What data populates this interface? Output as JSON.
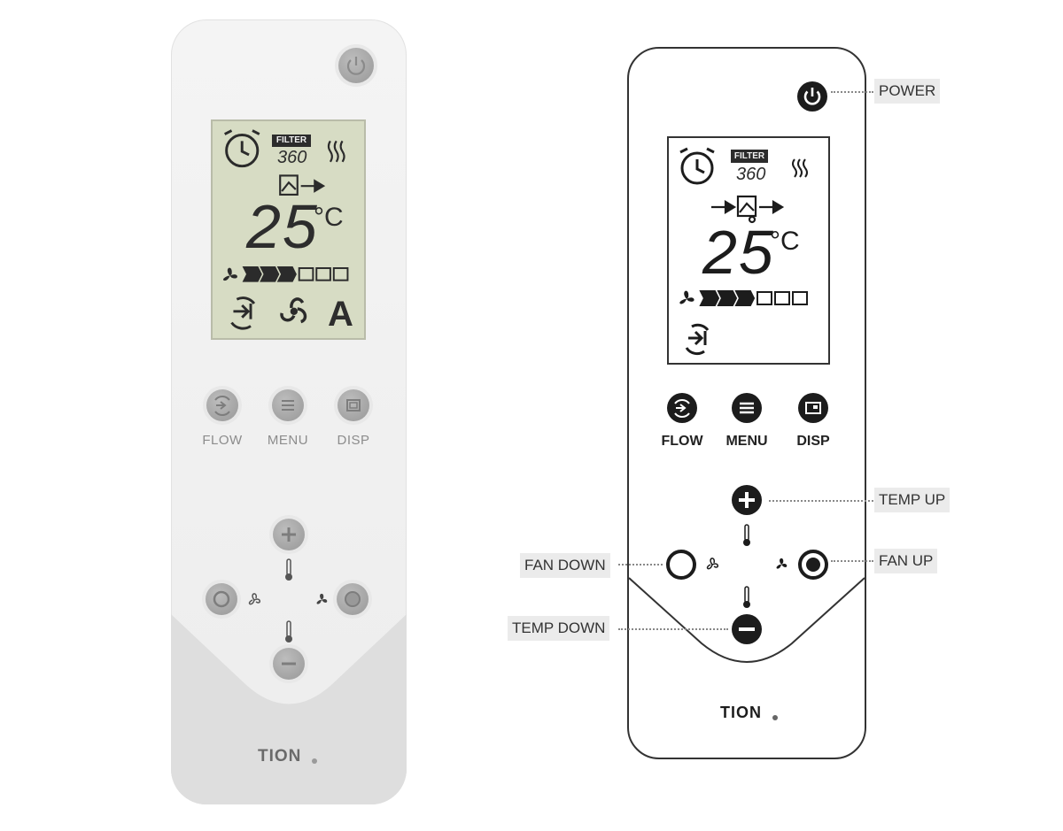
{
  "brand": {
    "name": "TION"
  },
  "lcd": {
    "filter_label": "FILTER",
    "filter_count": "360",
    "temperature": "25",
    "unit": "°C",
    "mode_letter": "A"
  },
  "buttons": {
    "flow": "FLOW",
    "menu": "MENU",
    "disp": "DISP"
  },
  "callouts": {
    "power": "POWER",
    "temp_up": "TEMP UP",
    "fan_down": "FAN DOWN",
    "fan_up": "FAN UP",
    "temp_down": "TEMP DOWN"
  },
  "fan_levels": {
    "filled": 3,
    "total": 6
  },
  "colors": {
    "lcd_bg": "#d7dcc4",
    "button_gray": "#a6a6a6",
    "outline": "#333333",
    "callout_bg": "#ebebeb"
  },
  "icons": [
    "power-icon",
    "alarm-clock-icon",
    "heat-icon",
    "airflow-icon",
    "fan-icon",
    "flow-icon",
    "menu-icon",
    "display-icon",
    "plus-icon",
    "minus-icon",
    "thermometer-icon",
    "circle-icon"
  ]
}
